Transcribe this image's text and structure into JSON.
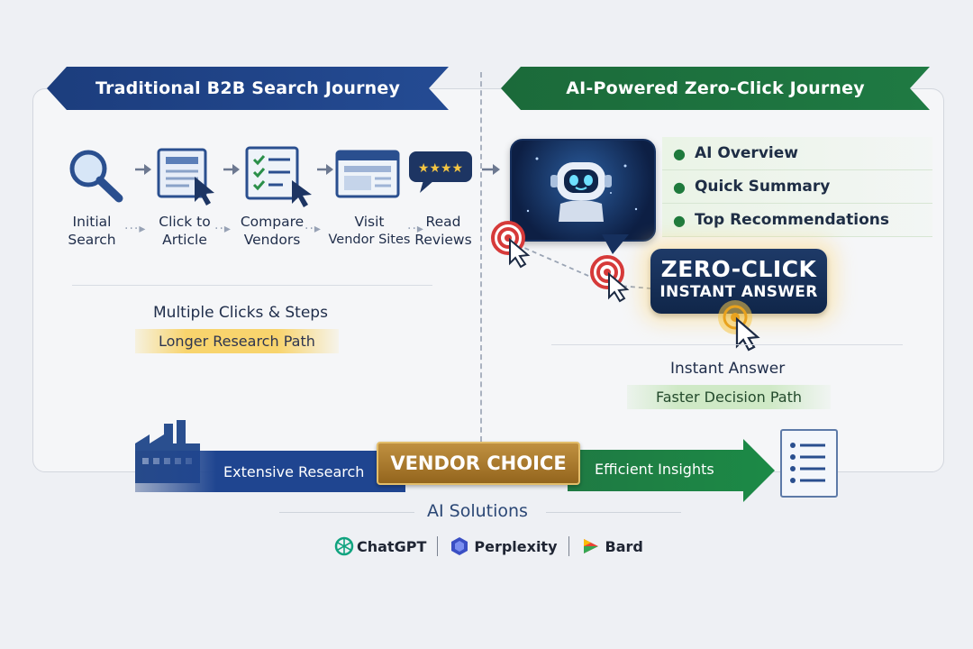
{
  "left_panel": {
    "title": "Traditional B2B Search Journey",
    "steps": [
      {
        "line1": "Initial",
        "line2": "Search",
        "icon": "magnifier-icon"
      },
      {
        "line1": "Click to",
        "line2": "Article",
        "icon": "article-cursor-icon"
      },
      {
        "line1": "Compare",
        "line2": "Vendors",
        "icon": "checklist-icon"
      },
      {
        "line1": "Visit",
        "line2": "Vendor Sites",
        "icon": "browser-window-icon"
      },
      {
        "line1": "Read",
        "line2": "Reviews",
        "icon": "star-review-bubble-icon"
      }
    ],
    "summary": "Multiple Clicks & Steps",
    "highlight": "Longer Research Path"
  },
  "right_panel": {
    "title": "AI-Powered Zero-Click Journey",
    "overview_items": [
      "AI Overview",
      "Quick Summary",
      "Top Recommendations"
    ],
    "zero_click_title": "ZERO-CLICK",
    "zero_click_subtitle": "INSTANT ANSWER",
    "summary": "Instant Answer",
    "highlight": "Faster Decision Path"
  },
  "bottom": {
    "left_label": "Extensive Research",
    "center_label": "VENDOR CHOICE",
    "right_label": "Efficient Insights",
    "ai_solutions_label": "AI Solutions",
    "brands": [
      "ChatGPT",
      "Perplexity",
      "Bard"
    ]
  },
  "colors": {
    "navy": "#1c3d7d",
    "green": "#1f7a43",
    "gold": "#b08235",
    "click_red": "#d63a3a"
  }
}
